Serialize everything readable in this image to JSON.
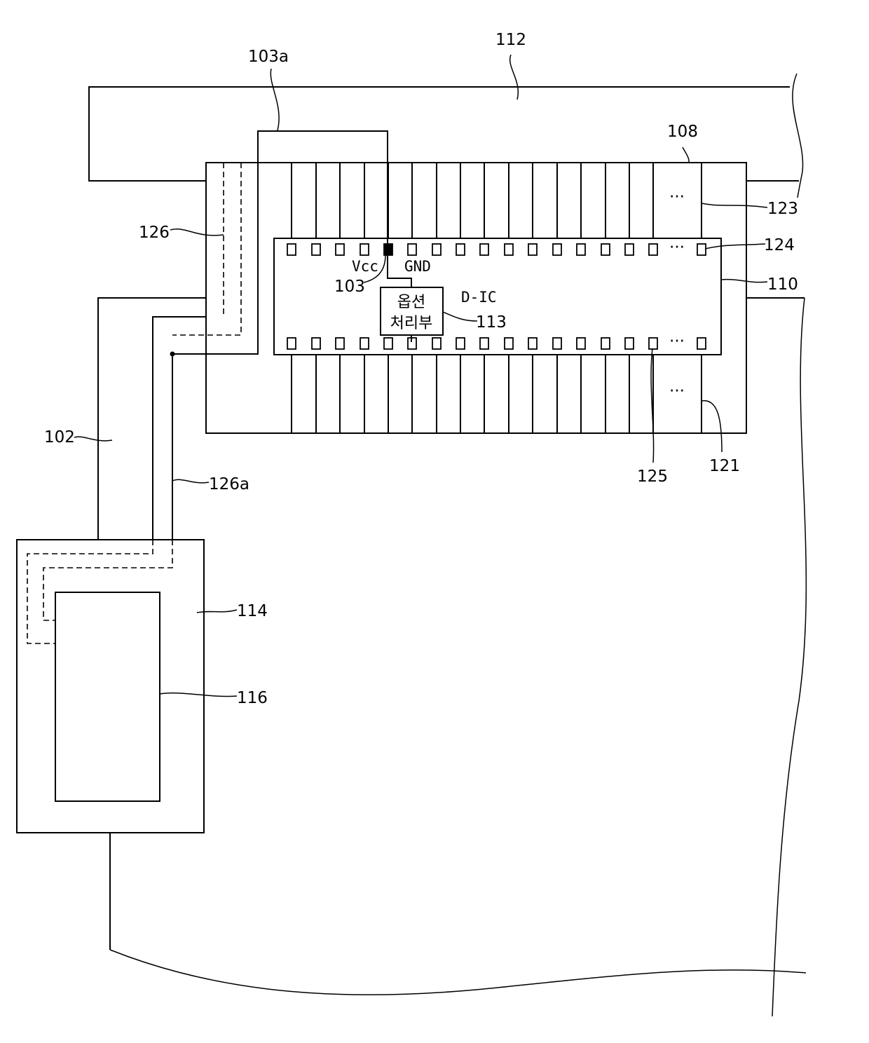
{
  "labels": {
    "l112": "112",
    "l103a": "103a",
    "l108": "108",
    "l123": "123",
    "l126": "126",
    "l124": "124",
    "l110": "110",
    "l103": "103",
    "l113": "113",
    "l102": "102",
    "l126a": "126a",
    "l125": "125",
    "l121": "121",
    "l114": "114",
    "l116": "116"
  },
  "chip": {
    "name": "D-IC",
    "vcc": "Vcc",
    "gnd": "GND",
    "option_block_line1": "옵션",
    "option_block_line2": "처리부"
  },
  "ellipsis": "···"
}
